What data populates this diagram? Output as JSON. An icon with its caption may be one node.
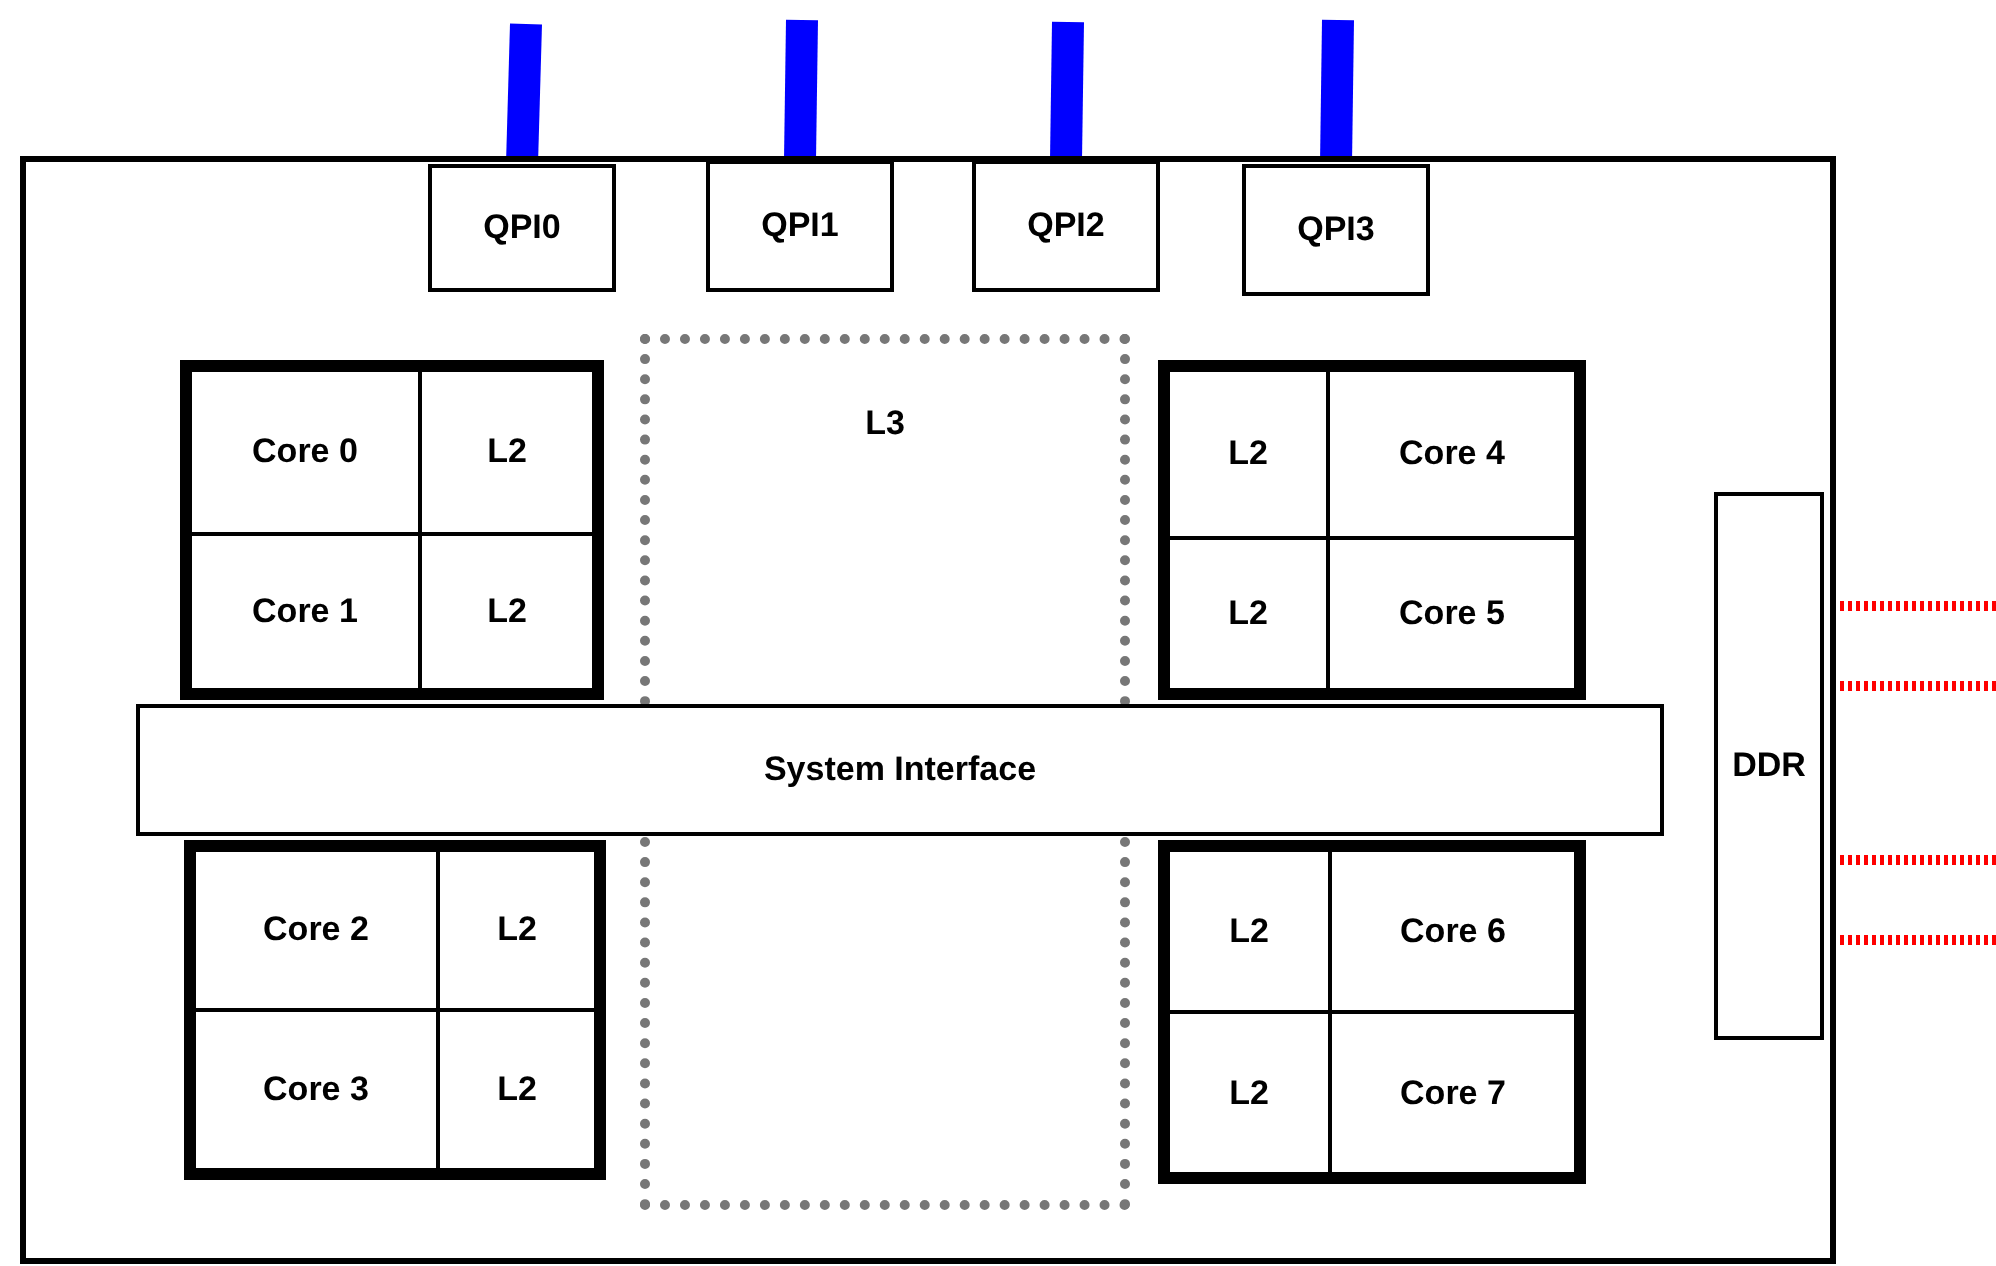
{
  "diagram": {
    "nodes": [
      {
        "text": [],
        "shape": "box"
      },
      {
        "text": [
          "QPI0"
        ],
        "in": 0
      },
      {
        "text": [
          "QPI1"
        ],
        "in": 0
      },
      {
        "text": [
          "QPI2"
        ],
        "in": 0
      },
      {
        "text": [
          "QPI3"
        ],
        "in": 0
      },
      {
        "text": [
          "L3"
        ],
        "in": 0
      },
      {
        "text": [],
        "shape": "box",
        "in": 0
      },
      {
        "text": [
          "Core 0"
        ],
        "in": 6
      },
      {
        "text": [
          "L2"
        ],
        "in": 6
      },
      {
        "text": [
          "Core 1"
        ],
        "in": 6
      },
      {
        "text": [
          "L2"
        ],
        "in": 6
      },
      {
        "text": [],
        "shape": "box",
        "in": 0
      },
      {
        "text": [
          "L2"
        ],
        "in": 11
      },
      {
        "text": [
          "Core 4"
        ],
        "in": 11
      },
      {
        "text": [
          "L2"
        ],
        "in": 11
      },
      {
        "text": [
          "Core 5"
        ],
        "in": 11
      },
      {
        "text": [
          "System Interface"
        ],
        "in": 0
      },
      {
        "text": [],
        "shape": "box",
        "in": 0
      },
      {
        "text": [
          "Core 2"
        ],
        "in": 17
      },
      {
        "text": [
          "L2"
        ],
        "in": 17
      },
      {
        "text": [
          "Core 3"
        ],
        "in": 17
      },
      {
        "text": [
          "L2"
        ],
        "in": 17
      },
      {
        "text": [],
        "shape": "box",
        "in": 0
      },
      {
        "text": [
          "L2"
        ],
        "in": 22
      },
      {
        "text": [
          "Core 6"
        ],
        "in": 22
      },
      {
        "text": [
          "L2"
        ],
        "in": 22
      },
      {
        "text": [
          "Core 7"
        ],
        "in": 22
      },
      {
        "text": [
          "DDR"
        ],
        "in": 0
      }
    ],
    "edges": [
      {
        "from": 1,
        "to": null,
        "arrow": "none",
        "style": "thick",
        "color": "#0000ff"
      },
      {
        "from": 2,
        "to": null,
        "arrow": "none",
        "style": "thick",
        "color": "#0000ff"
      },
      {
        "from": 3,
        "to": null,
        "arrow": "none",
        "style": "thick",
        "color": "#0000ff"
      },
      {
        "from": 4,
        "to": null,
        "arrow": "none",
        "style": "thick",
        "color": "#0000ff"
      },
      {
        "from": 27,
        "to": null,
        "arrow": "none",
        "style": "dashed",
        "color": "#ff0000"
      },
      {
        "from": 27,
        "to": null,
        "arrow": "none",
        "style": "dashed",
        "color": "#ff0000"
      },
      {
        "from": 27,
        "to": null,
        "arrow": "none",
        "style": "dashed",
        "color": "#ff0000"
      },
      {
        "from": 27,
        "to": null,
        "arrow": "none",
        "style": "dashed",
        "color": "#ff0000"
      }
    ]
  }
}
